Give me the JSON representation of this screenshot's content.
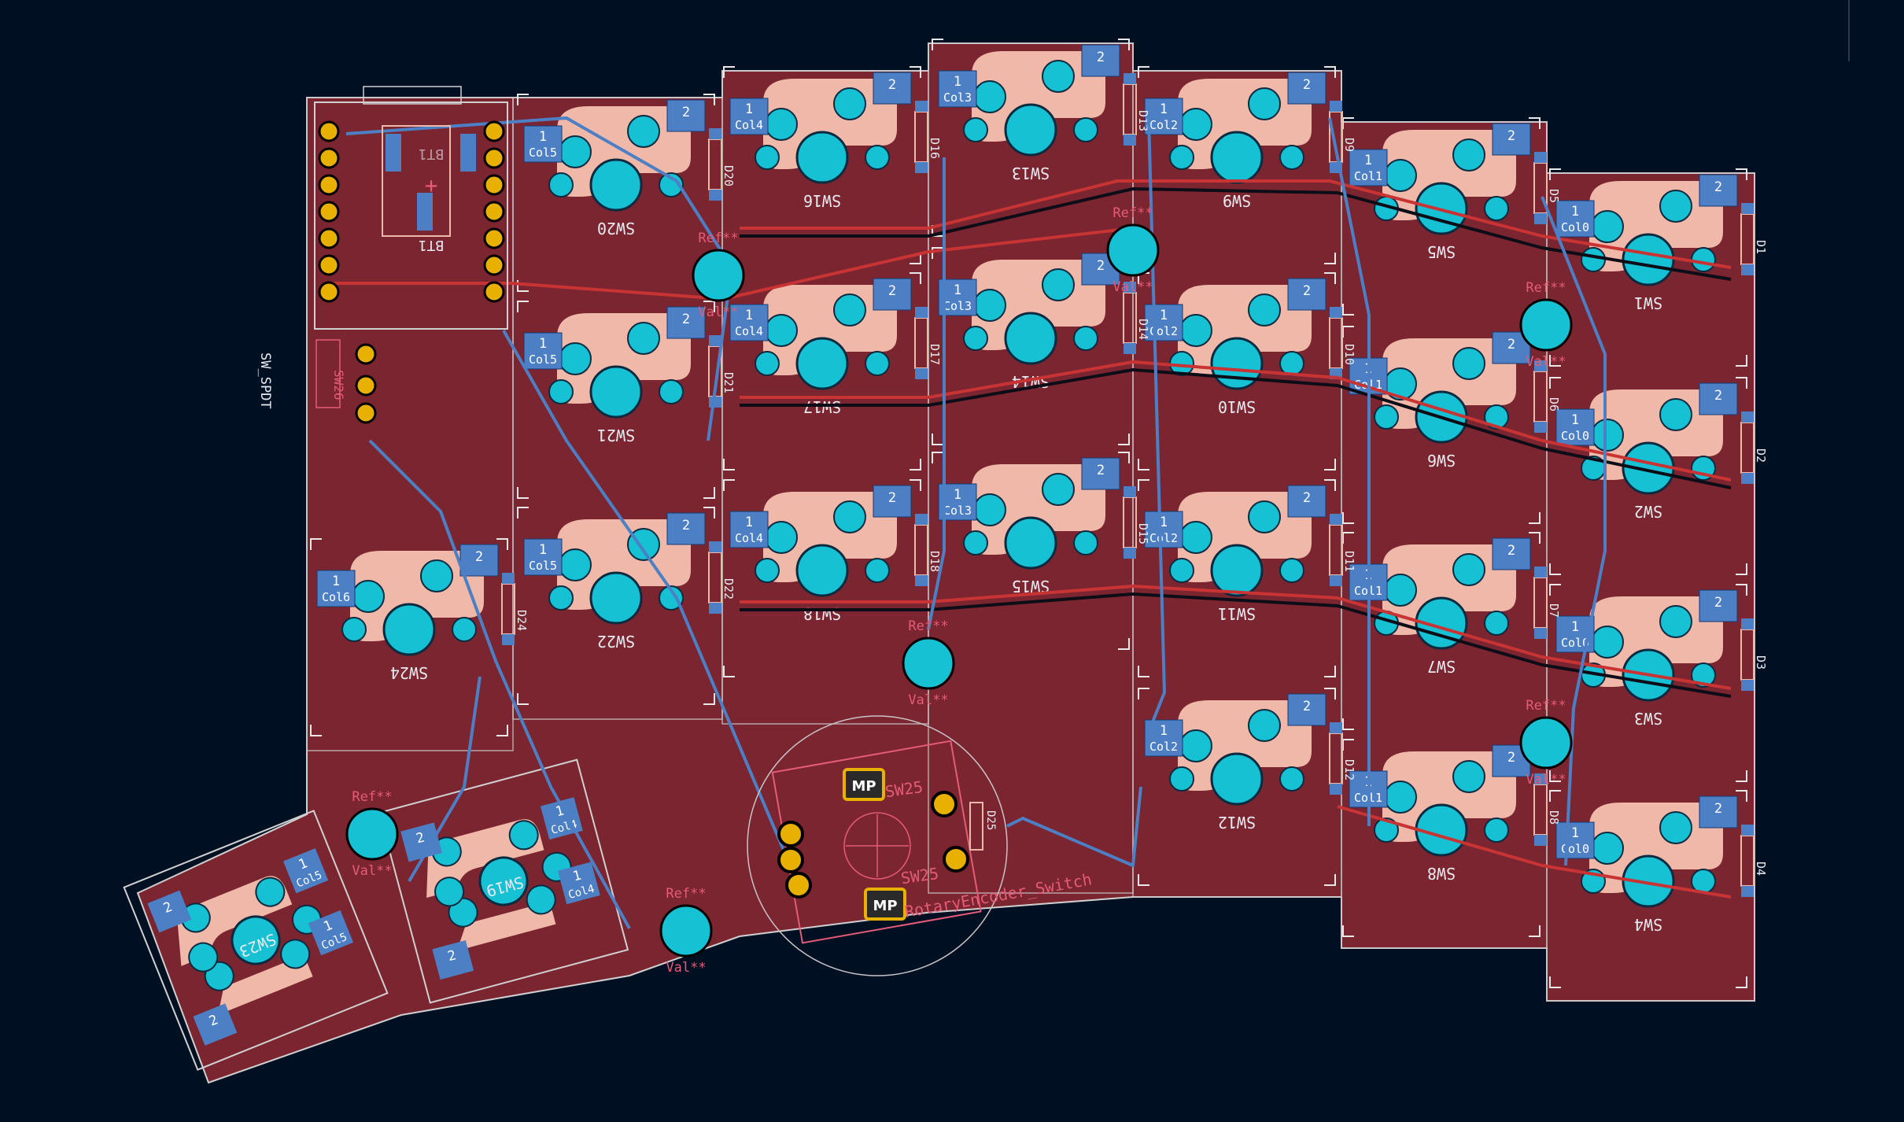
{
  "view": "kicad-pcb-editor-canvas",
  "colors": {
    "background": "#001023",
    "board_fill": "#7a2530",
    "edge_cuts": "#d0d0d0",
    "front_copper_track": "#c83434",
    "back_copper_track": "#4d7fc4",
    "pad_smd": "#4d7fc4",
    "pth_hole": "#16c1d4",
    "silkscreen": "#f0b8a8",
    "gold_pad": "#e8b000"
  },
  "labels": {
    "switch_spdt": "SW_SPDT",
    "sw26": "SW26",
    "bt1_top": "BT1",
    "bt1_bottom": "BT1",
    "rotary_fp": "RotaryEncoder_Switch",
    "sw25_a": "SW25",
    "sw25_b": "SW25",
    "mp": "MP",
    "ref": "Ref**",
    "val": "Val**",
    "d25": "D25"
  },
  "switches": [
    {
      "ref": "SW1",
      "col": "Col0",
      "diode": "D1"
    },
    {
      "ref": "SW2",
      "col": "Col0",
      "diode": "D2"
    },
    {
      "ref": "SW3",
      "col": "Col0",
      "diode": "D3"
    },
    {
      "ref": "SW4",
      "col": "Col0",
      "diode": "D4"
    },
    {
      "ref": "SW5",
      "col": "Col1",
      "diode": "D5"
    },
    {
      "ref": "SW6",
      "col": "Col1",
      "diode": "D6"
    },
    {
      "ref": "SW7",
      "col": "Col1",
      "diode": "D7"
    },
    {
      "ref": "SW8",
      "col": "Col1",
      "diode": "D8"
    },
    {
      "ref": "SW9",
      "col": "Col2",
      "diode": "D9"
    },
    {
      "ref": "SW10",
      "col": "Col2",
      "diode": "D10"
    },
    {
      "ref": "SW11",
      "col": "Col2",
      "diode": "D11"
    },
    {
      "ref": "SW12",
      "col": "Col2",
      "diode": "D12"
    },
    {
      "ref": "SW13",
      "col": "Col3",
      "diode": "D13"
    },
    {
      "ref": "SW14",
      "col": "Col3",
      "diode": "D14"
    },
    {
      "ref": "SW15",
      "col": "Col3",
      "diode": "D15"
    },
    {
      "ref": "SW16",
      "col": "Col4",
      "diode": "D16"
    },
    {
      "ref": "SW17",
      "col": "Col4",
      "diode": "D17"
    },
    {
      "ref": "SW18",
      "col": "Col4",
      "diode": "D18"
    },
    {
      "ref": "SW20",
      "col": "Col5",
      "diode": "D20"
    },
    {
      "ref": "SW21",
      "col": "Col5",
      "diode": "D21"
    },
    {
      "ref": "SW22",
      "col": "Col5",
      "diode": "D22"
    },
    {
      "ref": "SW24",
      "col": "Col6",
      "diode": "D24"
    }
  ],
  "thumb_keys": [
    {
      "ref": "SW19",
      "col_a": "Col4",
      "col_b": "Col4",
      "pad": "2"
    },
    {
      "ref": "SW23",
      "col_a": "Col5",
      "col_b": "Col5",
      "pad": "2"
    }
  ],
  "pad_numbers": {
    "one": "1",
    "two": "2"
  }
}
